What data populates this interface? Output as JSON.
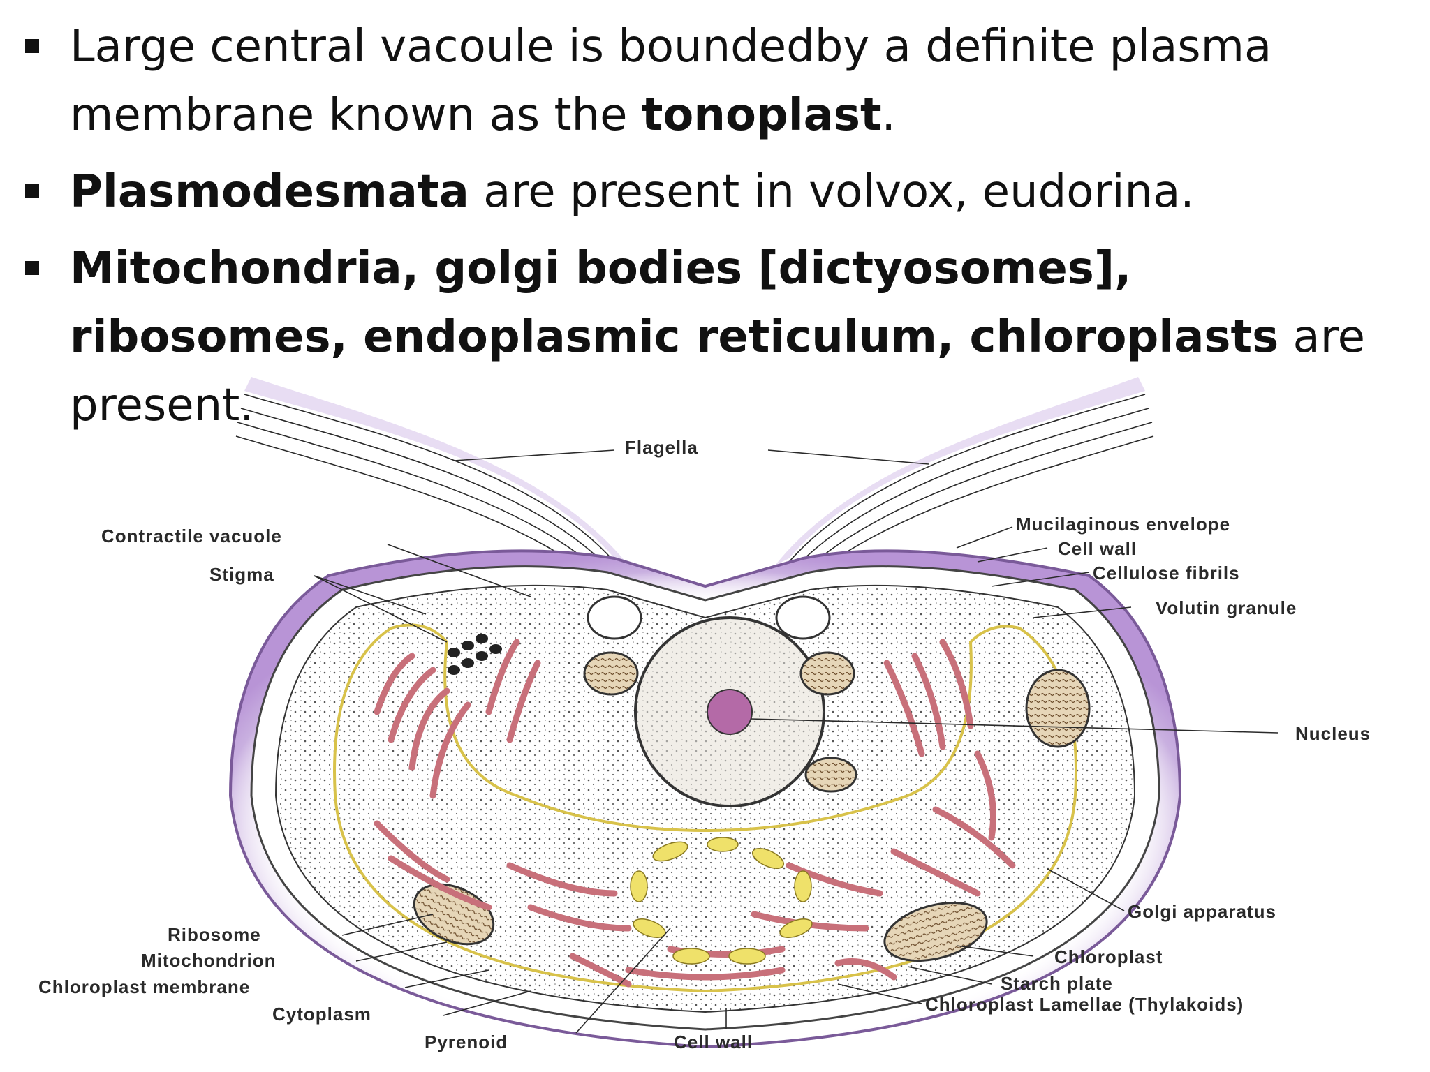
{
  "bullets": [
    {
      "segments": [
        {
          "text": "Large central vacoule is boundedby a definite plasma membrane known as the ",
          "bold": false
        },
        {
          "text": "tonoplast",
          "bold": true
        },
        {
          "text": ".",
          "bold": false
        }
      ]
    },
    {
      "segments": [
        {
          "text": "Plasmodesmata",
          "bold": true
        },
        {
          "text": " are present in volvox, eudorina.",
          "bold": false
        }
      ]
    },
    {
      "segments": [
        {
          "text": "Mitochondria, golgi bodies [dictyosomes], ribosomes, endoplasmic reticulum, chloroplasts",
          "bold": true
        },
        {
          "text": " are present.",
          "bold": false
        }
      ]
    }
  ],
  "diagram": {
    "labels": {
      "flagella": "Flagella",
      "contractile_vacuole": "Contractile vacuole",
      "stigma": "Stigma",
      "mucilaginous_envelope": "Mucilaginous envelope",
      "cell_wall_top": "Cell wall",
      "cellulose_fibrils": "Cellulose fibrils",
      "volutin_granule": "Volutin granule",
      "nucleus": "Nucleus",
      "golgi_apparatus": "Golgi apparatus",
      "ribosome": "Ribosome",
      "mitochondrion": "Mitochondrion",
      "chloroplast_membrane": "Chloroplast membrane",
      "cytoplasm": "Cytoplasm",
      "pyrenoid": "Pyrenoid",
      "cell_wall_bottom": "Cell wall",
      "chloroplast": "Chloroplast",
      "starch_plate": "Starch plate",
      "chloroplast_lamellae": "Chloroplast Lamellae (Thylakoids)"
    }
  }
}
